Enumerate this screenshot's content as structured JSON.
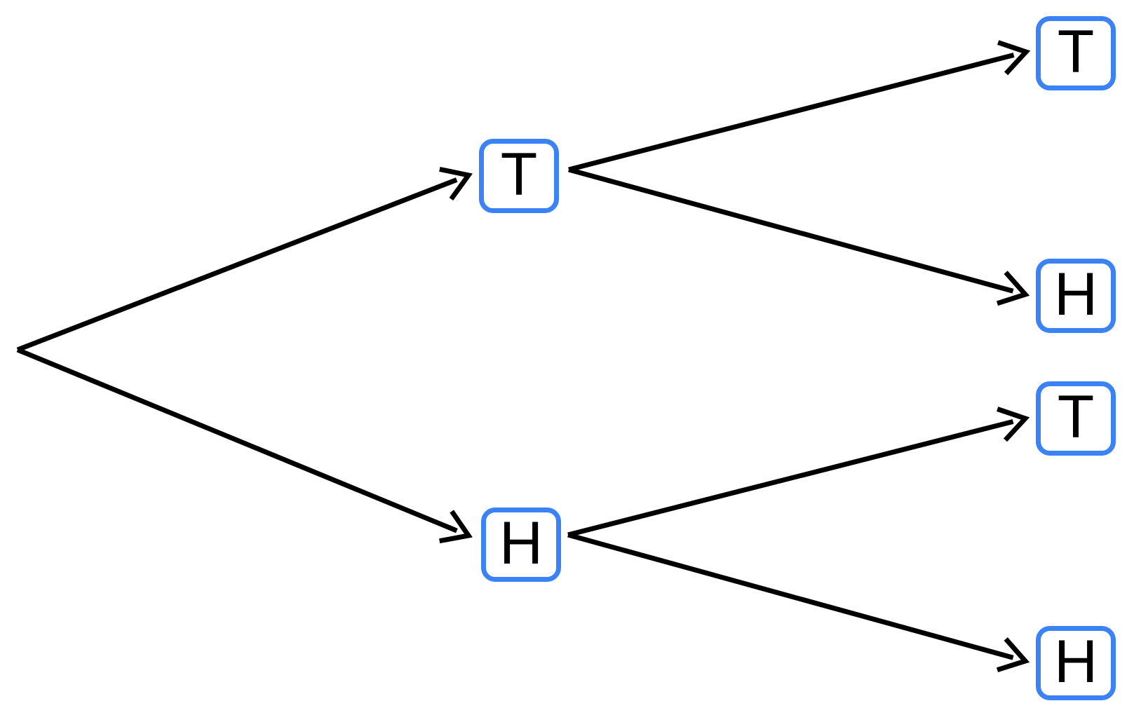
{
  "diagram": {
    "type": "tree",
    "description": "Two-level coin flip outcome tree: root branches to T and H, each branches again to T and H",
    "colors": {
      "node_border": "#3b82f6",
      "node_background": "#ffffff",
      "node_text": "#000000",
      "edge": "#000000",
      "canvas_background": "#ffffff"
    },
    "level1_nodes": [
      {
        "label": "T"
      },
      {
        "label": "H"
      }
    ],
    "level2_nodes": [
      {
        "label": "T"
      },
      {
        "label": "H"
      },
      {
        "label": "T"
      },
      {
        "label": "H"
      }
    ]
  }
}
